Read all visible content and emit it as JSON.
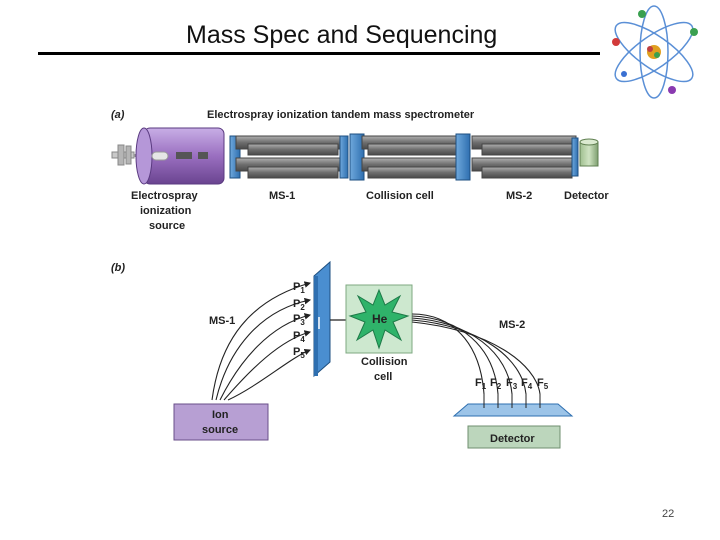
{
  "slide": {
    "title": "Mass Spec and Sequencing",
    "page_number": "22"
  },
  "panel_a": {
    "tag": "(a)",
    "heading": "Electrospray ionization tandem mass spectrometer",
    "source_label": [
      "Electrospray",
      "ionization",
      "source"
    ],
    "ms1_label": "MS-1",
    "collision_label": "Collision cell",
    "ms2_label": "MS-2",
    "detector_label": "Detector"
  },
  "panel_b": {
    "tag": "(b)",
    "ms1_label": "MS-1",
    "ms2_label": "MS-2",
    "gas_label": "He",
    "collision_label": [
      "Collision",
      "cell"
    ],
    "ion_source_label": [
      "Ion",
      "source"
    ],
    "detector_label": "Detector",
    "precursors": [
      {
        "letter": "P",
        "sub": "1"
      },
      {
        "letter": "P",
        "sub": "2"
      },
      {
        "letter": "P",
        "sub": "3"
      },
      {
        "letter": "P",
        "sub": "4"
      },
      {
        "letter": "P",
        "sub": "5"
      }
    ],
    "fragments": [
      {
        "letter": "F",
        "sub": "1"
      },
      {
        "letter": "F",
        "sub": "2"
      },
      {
        "letter": "F",
        "sub": "3"
      },
      {
        "letter": "F",
        "sub": "4"
      },
      {
        "letter": "F",
        "sub": "5"
      }
    ]
  },
  "colors": {
    "source_purple": "#9a6fc0",
    "rod_gray": "#7d7d7d",
    "panel_blue": "#4a8ed0",
    "collision_green": "#cde8cf",
    "burst_green": "#2fb36a",
    "ion_source_fill": "#b79fd3",
    "detector_fill": "#bcd6bc"
  }
}
